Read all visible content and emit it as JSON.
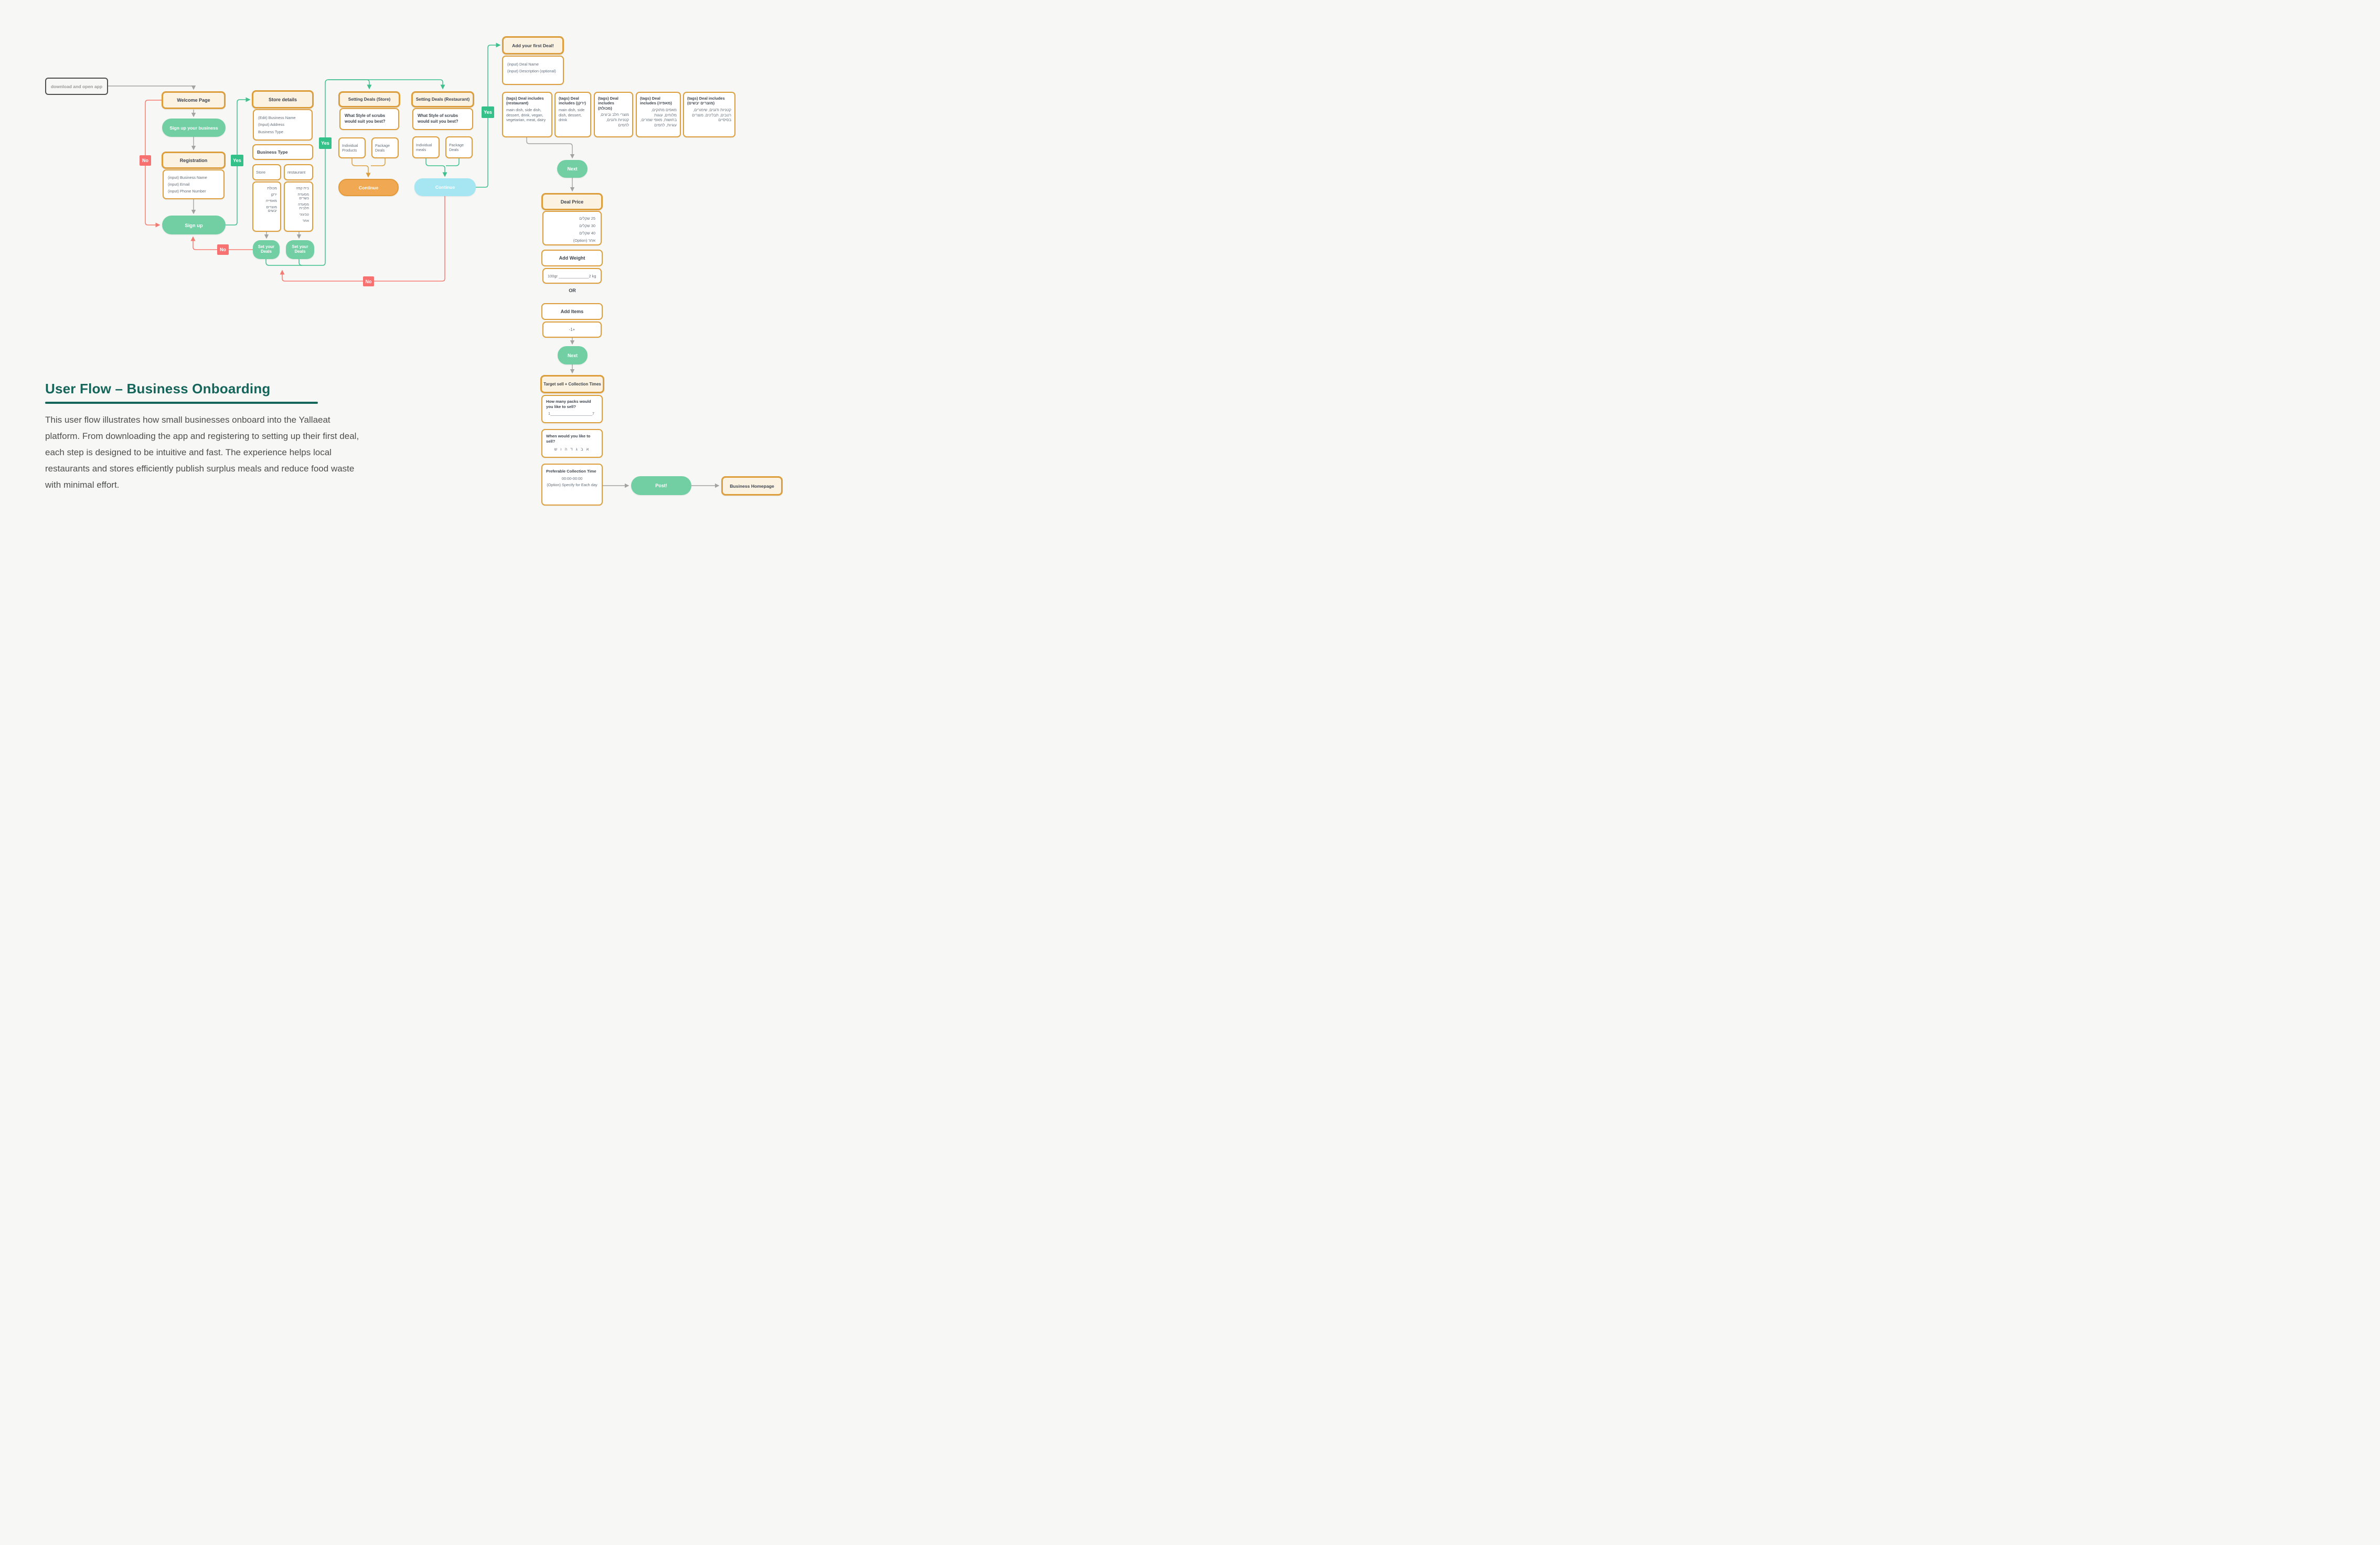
{
  "colors": {
    "canvas_bg": "#f7f7f5",
    "accent_orange": "#dd9f3d",
    "header_fill": "#fbf2e1",
    "pill_green": "#72cfa4",
    "yes_badge": "#33c189",
    "no_badge": "#f87171",
    "continue_orange": "#f0a952",
    "continue_cyan": "#a5e6f2",
    "title_teal": "#15655a"
  },
  "labels": {
    "yes": "Yes",
    "no": "No",
    "or": "OR"
  },
  "left_flow": {
    "download": "download and open app",
    "welcome": "Welcome Page",
    "signup_business": "Sign up your business",
    "registration": {
      "title": "Registration",
      "fields": [
        "(input) Business Name",
        "(input) Email",
        "(input) Phone Number"
      ]
    },
    "signup": "Sign up"
  },
  "store_details": {
    "title": "Store details",
    "fields": [
      "(Edit) Business Name",
      "(Input) Address",
      "Business Type"
    ],
    "business_type": "Business Type",
    "store": {
      "label": "Store",
      "options": [
        "מכולת",
        "ירקן",
        "מאפייה",
        "מוצרים יבשים"
      ]
    },
    "restaurant": {
      "label": "restaurant",
      "options": [
        "בית קפה",
        "מסעדת בשרים",
        "מסעדה חלבית",
        "טבעוני",
        "אחר"
      ]
    },
    "set_deals_store": "Set your Deals",
    "set_deals_restaurant": "Set your Deals"
  },
  "setting_deals": {
    "store": {
      "title": "Setting Deals (Store)",
      "question": "What Style of scrubs would suit you best?",
      "option_1": "Individual Products",
      "option_2": "Package Deals",
      "continue_label": "Continue"
    },
    "restaurant": {
      "title": "Setting Deals (Restaurant)",
      "question": "What Style of scrubs would suit you best?",
      "option_1": "Individual meals",
      "option_2": "Package Deals",
      "continue_label": "Continue"
    }
  },
  "deal_flow": {
    "add_first_deal": {
      "title": "Add your first Deal!",
      "fields": [
        "(input) Deal Name",
        "(input) Description (optional)"
      ]
    },
    "tags": [
      {
        "title": "(tags) Deal includes (restaurant)",
        "body": "main dish, side dish, dessert, drink, vegan, vegetarian, meat, dairy"
      },
      {
        "title": "(tags) Deal includes (ירקן)",
        "body": "main dish, side dish, dessert, drink"
      },
      {
        "title": "(tags) Deal includes (מכולת)",
        "body": "מוצרי חלב וביצים, קטניות ודגנים, לחמים"
      },
      {
        "title": "(tags) Deal includes  (מאפיה)",
        "body": "מאפים מתוקים, מלוחים, עוגות בחושות, מאפי שמרים, עוגיות, לחמים"
      },
      {
        "title": "(tags) Deal includes (מוצרים יבשים)",
        "body": "קטניות ודגנים, שימורים, רטבים,  תבלינים, מוצרים בסיסיים"
      }
    ],
    "next_1": "Next",
    "deal_price": {
      "title": "Deal Price",
      "options": [
        "25 שקלים",
        "30 שקלים",
        "40 שקלים",
        "אחר (Option)"
      ]
    },
    "add_weight": {
      "title": "Add Weight",
      "range": "100gr ______________2 kg"
    },
    "or": "OR",
    "add_items": {
      "title": "Add Items",
      "stepper": "-1+"
    },
    "next_2": "Next",
    "target": {
      "title": "Target sell + Collection Times"
    },
    "packs": {
      "question": "How many packs would you like to sell?",
      "range": "1____________________7"
    },
    "when": {
      "question": "When would you like to sell?",
      "days": "א ב ג ד ה ו ש"
    },
    "collection": {
      "question": "Preferable Collection Time",
      "time": "00:00-00:00",
      "option": "(Option) Specify for Each day"
    },
    "post": "Post!",
    "homepage": "Business Homepage"
  },
  "description": {
    "title": "User Flow – Business Onboarding",
    "body": "This user flow illustrates how small businesses onboard into the Yallaeat platform. From downloading the app and registering to setting up their first deal, each step is designed to be intuitive and fast. The experience helps local restaurants and stores efficiently publish surplus meals and reduce food waste with minimal effort."
  }
}
